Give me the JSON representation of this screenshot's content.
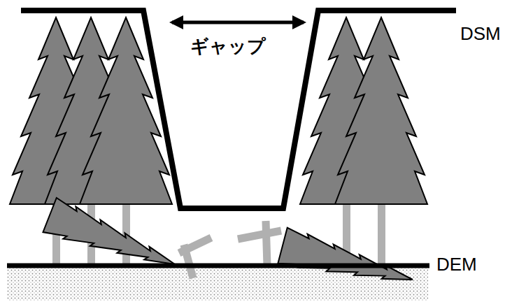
{
  "diagram": {
    "labels": [
      "ギャップ",
      "DSM",
      "DEM"
    ]
  }
}
